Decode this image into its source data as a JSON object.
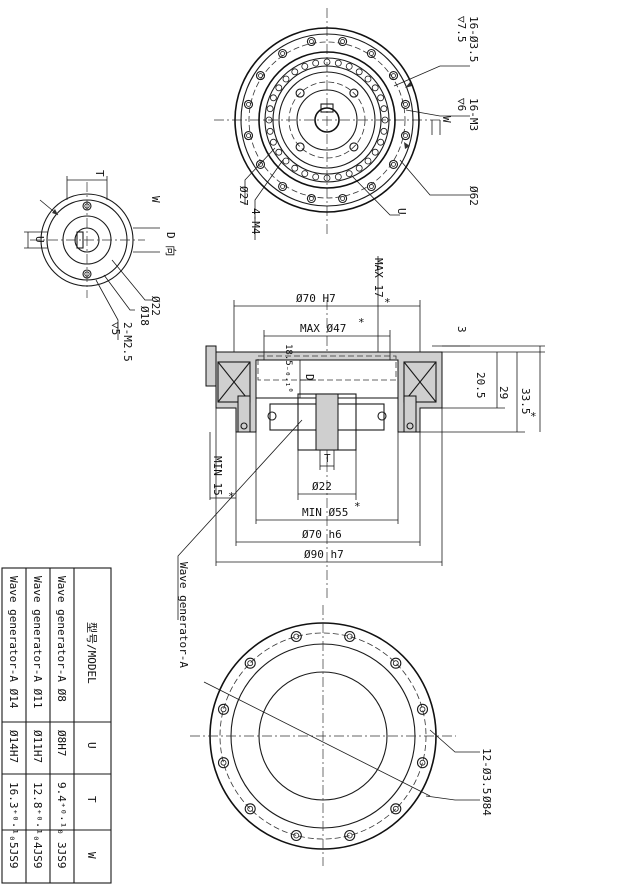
{
  "dims": {
    "holes_16_o35": "16-Ø3.5",
    "depth_75": "▽7.5",
    "thread_16_m3": "16-M3",
    "depth_6": "▽6",
    "dia_62": "Ø62",
    "dia_27": "Ø27",
    "thread_4_m4": "4-M4",
    "U": "U",
    "W": "W",
    "T": "T",
    "dia_22": "Ø22",
    "dia_18": "Ø18",
    "thread_2_m25": "2-M2.5",
    "depth_5": "▽5",
    "d_view": "D 向",
    "max_17": "MAX 17",
    "o70_H7": "Ø70 H7",
    "max_o47": "MAX Ø47",
    "dim_185": "18.5₋₀.₁⁰",
    "D": "D",
    "dim_3": "3",
    "dim_205": "20.5",
    "dim_29": "29",
    "dim_335": "33.5",
    "star": "*",
    "min_15": "MIN 15",
    "o22": "Ø22",
    "min_o55": "MIN Ø55",
    "o70_h6": "Ø70 h6",
    "o90_h7": "Ø90 h7",
    "wave_gen": "Wave generator-A",
    "holes_12_o35": "12-Ø3.5",
    "dia_84": "Ø84"
  },
  "table": {
    "headers": [
      "型号/MODEL",
      "U",
      "T",
      "W"
    ],
    "rows": [
      [
        "Wave generator-A Ø8",
        "Ø8H7",
        "9.4⁺⁰·¹₀",
        "3JS9"
      ],
      [
        "Wave generator-A Ø11",
        "Ø11H7",
        "12.8⁺⁰·¹₀",
        "4JS9"
      ],
      [
        "Wave generator-A Ø14",
        "Ø14H7",
        "16.3⁺⁰·¹₀",
        "5JS9"
      ]
    ]
  }
}
